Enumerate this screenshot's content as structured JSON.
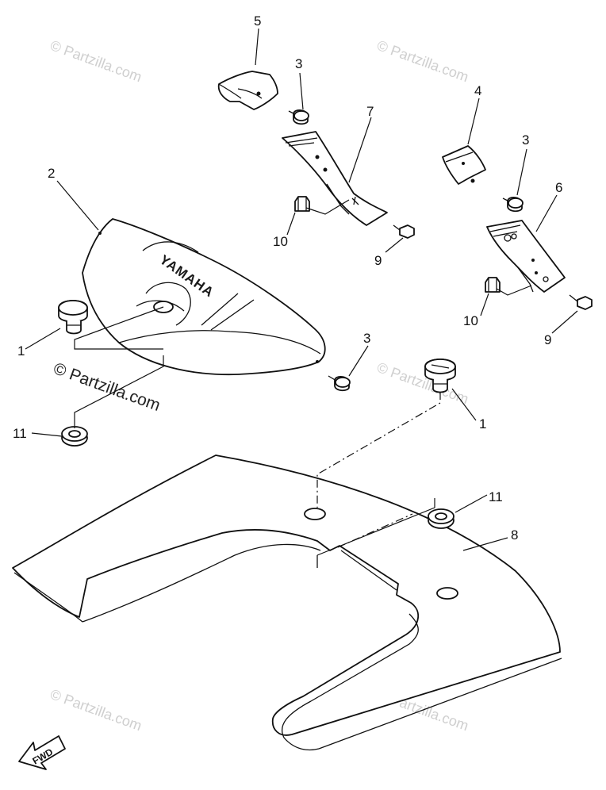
{
  "watermarks": {
    "faint": "© Partzilla.com",
    "prominent": "© Partzilla.com"
  },
  "parts": {
    "cowling": {
      "callout": "2",
      "logo_text": "YAMAHA"
    },
    "grommet_left": {
      "callout": "1"
    },
    "grommet_right": {
      "callout": "1"
    },
    "screw_a": {
      "callout": "3"
    },
    "screw_b": {
      "callout": "3"
    },
    "screw_c": {
      "callout": "3"
    },
    "bracket_4": {
      "callout": "4"
    },
    "bracket_5": {
      "callout": "5"
    },
    "plate_6": {
      "callout": "6"
    },
    "plate_7": {
      "callout": "7"
    },
    "panel_8": {
      "callout": "8"
    },
    "bolt_9a": {
      "callout": "9"
    },
    "bolt_9b": {
      "callout": "9"
    },
    "nut_10a": {
      "callout": "10"
    },
    "nut_10b": {
      "callout": "10"
    },
    "washer_11a": {
      "callout": "11"
    },
    "washer_11b": {
      "callout": "11"
    }
  },
  "direction_badge": {
    "label": "FWD"
  },
  "colors": {
    "ink": "#111111",
    "watermark": "#cfcfcf",
    "paper": "#ffffff"
  }
}
